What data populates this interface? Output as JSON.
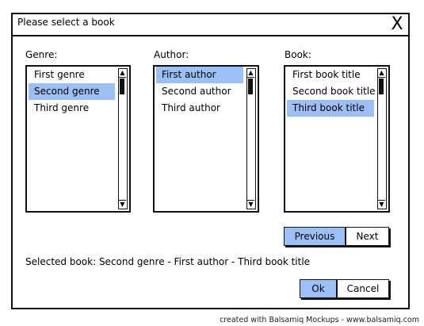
{
  "dialog": {
    "title": "Please select a book",
    "close_label": "X"
  },
  "genre": {
    "label": "Genre:",
    "items": [
      "First genre",
      "Second genre",
      "Third genre"
    ],
    "selected_index": 1
  },
  "author": {
    "label": "Author:",
    "items": [
      "First author",
      "Second author",
      "Third author"
    ],
    "selected_index": 0
  },
  "book": {
    "label": "Book:",
    "items": [
      "First book title",
      "Second book title",
      "Third book title"
    ],
    "selected_index": 2
  },
  "pager": {
    "previous_label": "Previous",
    "next_label": "Next"
  },
  "status": {
    "text": "Selected book: Second genre - First author - Third book title"
  },
  "actions": {
    "ok_label": "Ok",
    "cancel_label": "Cancel"
  },
  "footer": {
    "text": "created with Balsamiq Mockups - www.balsamiq.com"
  },
  "colors": {
    "selection": "#9cbff5",
    "border": "#111111"
  }
}
